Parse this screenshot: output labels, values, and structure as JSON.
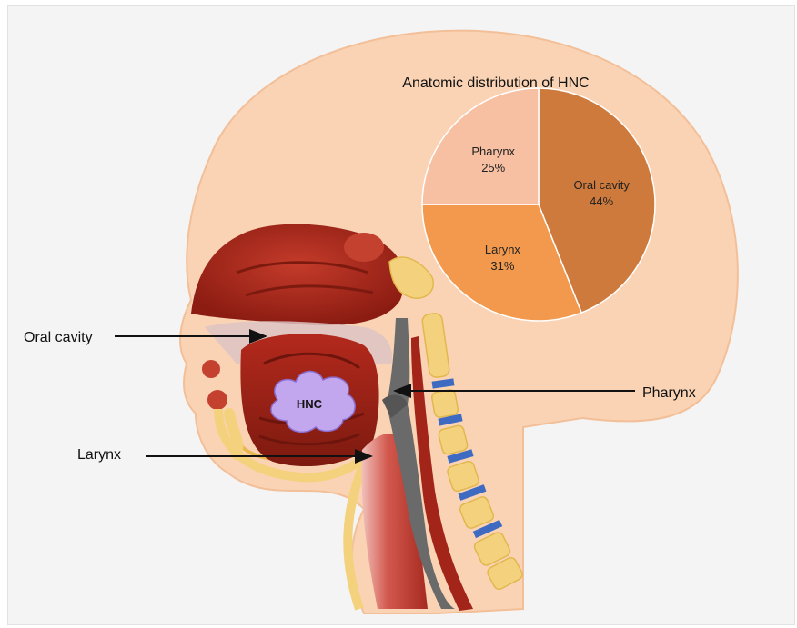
{
  "labels": {
    "oral_cavity": "Oral cavity",
    "pharynx": "Pharynx",
    "larynx": "Larynx",
    "tumor": "HNC"
  },
  "chart_data": {
    "type": "pie",
    "title": "Anatomic distribution of HNC",
    "slices": [
      {
        "label": "Oral cavity",
        "value": 44,
        "value_label": "44%",
        "color": "#cd7a3c"
      },
      {
        "label": "Larynx",
        "value": 31,
        "value_label": "31%",
        "color": "#f2994e"
      },
      {
        "label": "Pharynx",
        "value": 25,
        "value_label": "25%",
        "color": "#f8c0a3"
      }
    ]
  },
  "colors": {
    "skin": "#f9d3b4",
    "muscle": "#a32418",
    "tumor": "#c2a6ee",
    "vertebra": "#f4d27d",
    "disc": "#3e6bc1",
    "airway": "#6a6a6a"
  }
}
